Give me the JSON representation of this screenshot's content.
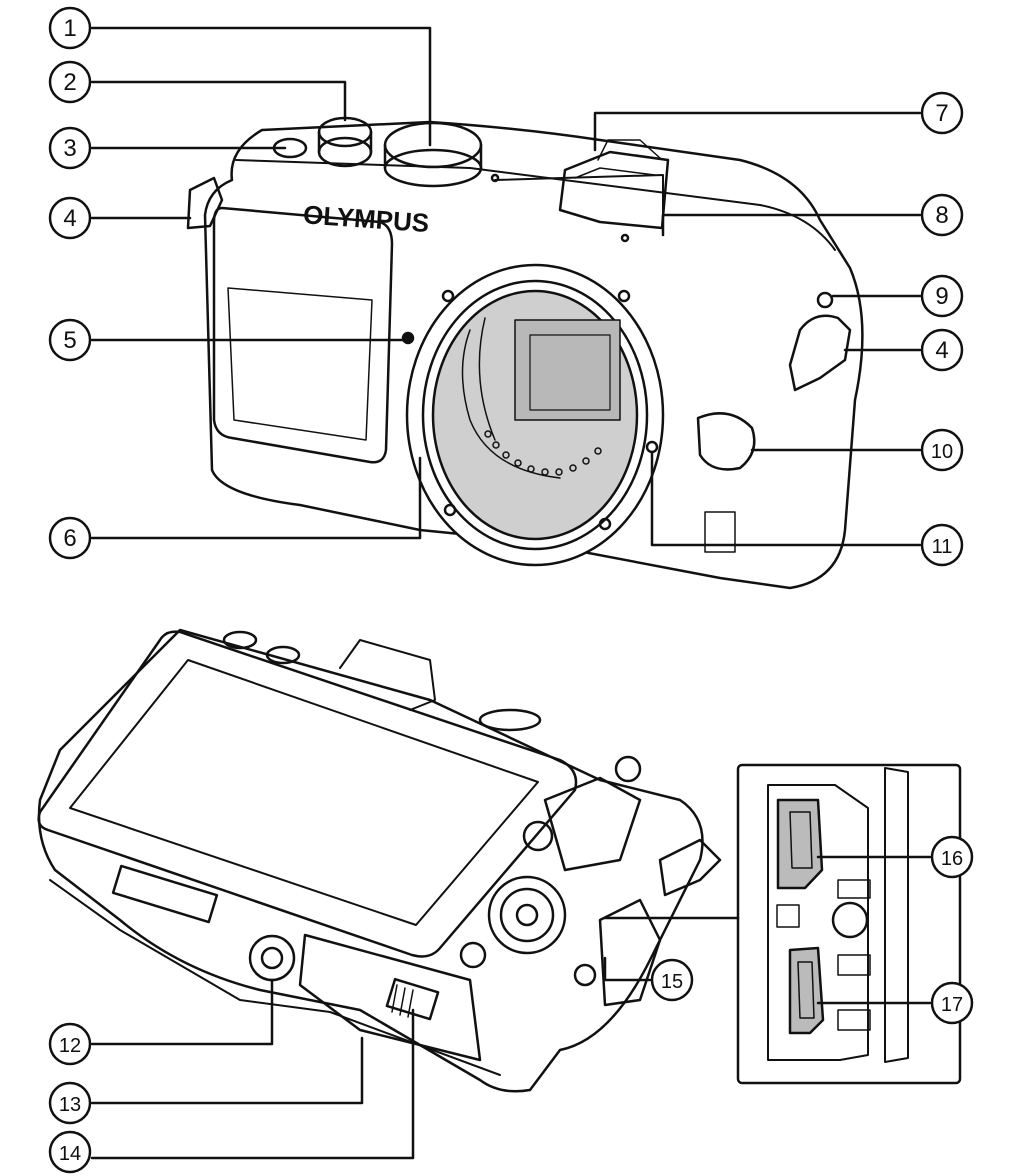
{
  "brand_text": "OLYMPUS",
  "colors": {
    "line": "#111111",
    "mount_fill": "#cfcfcf",
    "port_fill": "#bbbbbb",
    "background": "#ffffff"
  },
  "callouts": [
    {
      "id": "c1",
      "label": "1"
    },
    {
      "id": "c2",
      "label": "2"
    },
    {
      "id": "c3",
      "label": "3"
    },
    {
      "id": "c4a",
      "label": "4"
    },
    {
      "id": "c4b",
      "label": "4"
    },
    {
      "id": "c5",
      "label": "5"
    },
    {
      "id": "c6",
      "label": "6"
    },
    {
      "id": "c7",
      "label": "7"
    },
    {
      "id": "c8",
      "label": "8"
    },
    {
      "id": "c9",
      "label": "9"
    },
    {
      "id": "c10",
      "label": "10"
    },
    {
      "id": "c11",
      "label": "11"
    },
    {
      "id": "c12",
      "label": "12"
    },
    {
      "id": "c13",
      "label": "13"
    },
    {
      "id": "c14",
      "label": "14"
    },
    {
      "id": "c15",
      "label": "15"
    },
    {
      "id": "c16",
      "label": "16"
    },
    {
      "id": "c17",
      "label": "17"
    }
  ]
}
